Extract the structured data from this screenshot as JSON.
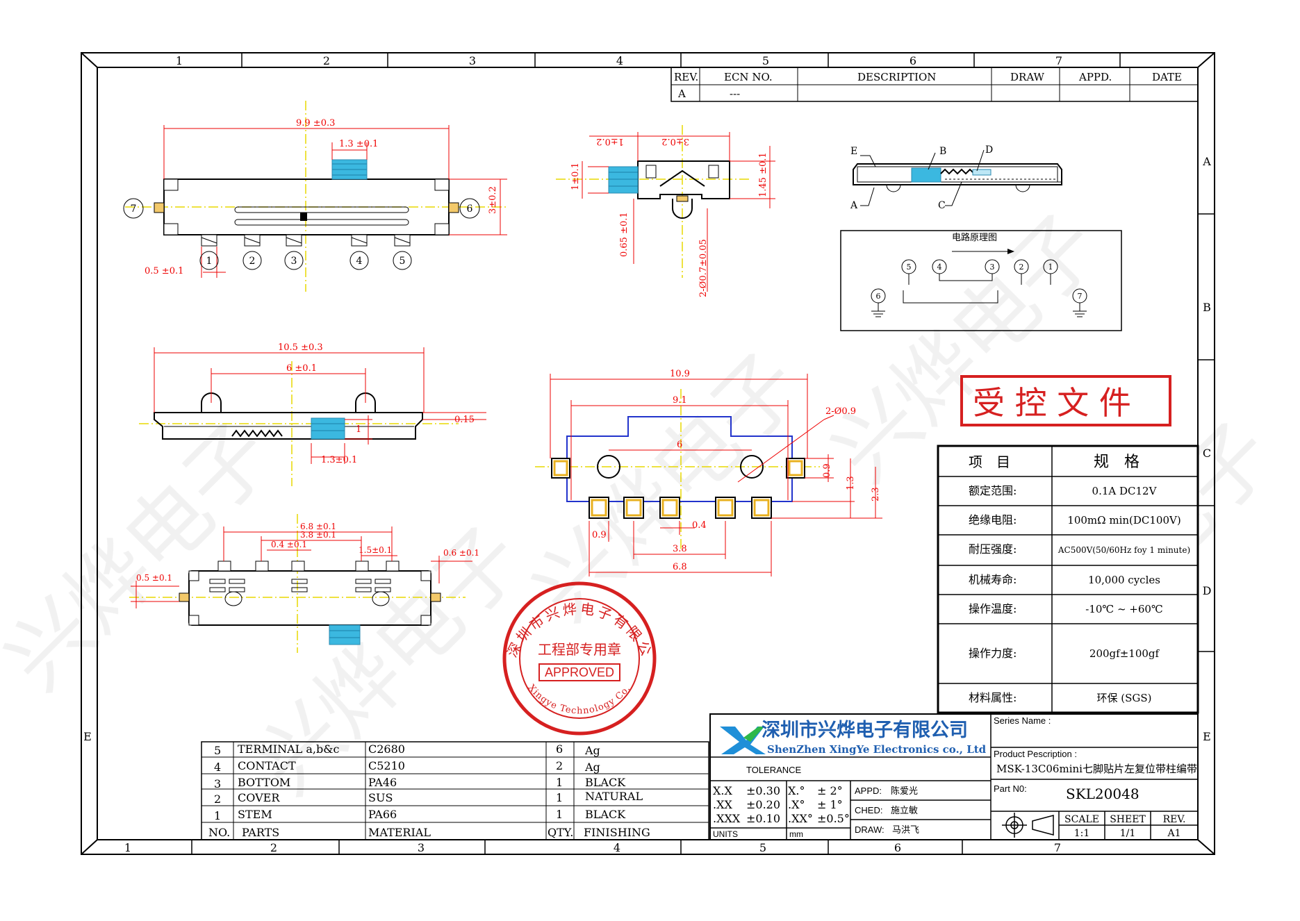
{
  "border": {
    "cols_top": [
      "1",
      "2",
      "3",
      "4",
      "5",
      "6",
      "7"
    ],
    "cols_bottom": [
      "1",
      "2",
      "3",
      "4",
      "5",
      "6",
      "7"
    ],
    "rows": [
      "A",
      "B",
      "C",
      "D",
      "E"
    ]
  },
  "revision_table": {
    "headers": [
      "REV.",
      "ECN NO.",
      "DESCRIPTION",
      "DRAW",
      "APPD.",
      "DATE"
    ],
    "row": [
      "A",
      "---",
      "",
      "",
      "",
      ""
    ]
  },
  "top_view": {
    "dim_overall": "9.9 ±0.3",
    "dim_knob": "1.3 ±0.1",
    "dim_height": "3±0.2",
    "dim_pin": "0.5 ±0.1",
    "pins": [
      "1",
      "2",
      "3",
      "4",
      "5"
    ],
    "side_left": "7",
    "side_right": "6"
  },
  "end_view": {
    "dim_1": "1±0.2",
    "dim_3": "3±0.2",
    "dim_1_left": "1±0.1",
    "dim_145": "1.45 ±0.1",
    "dim_065": "0.65 ±0.1",
    "dim_post": "2-Ø0.7±0.05"
  },
  "section_view": {
    "labels": [
      "E",
      "B",
      "D",
      "A",
      "C"
    ]
  },
  "circuit": {
    "title": "电路原理图",
    "nodes_top": [
      "5",
      "4",
      "3",
      "2",
      "1"
    ],
    "node_left": "6",
    "node_right": "7"
  },
  "front_view": {
    "dim_overall": "10.5 ±0.3",
    "dim_posts": "6 ±0.1",
    "dim_015": "0.15",
    "dim_1": "1",
    "dim_knob": "1.3±0.1"
  },
  "bottom_view": {
    "dim_68": "6.8 ±0.1",
    "dim_38": "3.8 ±0.1",
    "dim_04": "0.4 ±0.1",
    "dim_15": "1.5±0.1",
    "dim_06": "0.6 ±0.1",
    "dim_05": "0.5 ±0.1"
  },
  "footprint": {
    "dim_109": "10.9",
    "dim_91": "9.1",
    "dim_6": "6",
    "dim_holes": "2-Ø0.9",
    "dim_09v": "0.9",
    "dim_13": "1.3",
    "dim_23": "2.3",
    "dim_04": "0.4",
    "dim_09": "0.9",
    "dim_38": "3.8",
    "dim_68": "6.8"
  },
  "controlled_stamp": "受 控 文 件",
  "spec_table": {
    "header": [
      "项　目",
      "规　格"
    ],
    "rows": [
      [
        "额定范围:",
        "0.1A DC12V"
      ],
      [
        "绝缘电阻:",
        "100mΩ min(DC100V)"
      ],
      [
        "耐压强度:",
        "AC500V(50/60Hz foy 1 minute)"
      ],
      [
        "机械寿命:",
        "10,000 cycles"
      ],
      [
        "操作温度:",
        "-10℃ ~ +60℃"
      ],
      [
        "操作力度:",
        "200gf±100gf"
      ],
      [
        "材料属性:",
        "环保 (SGS)"
      ]
    ]
  },
  "seal": {
    "outer_text": "深圳市兴烨电子有限公司",
    "inner_text": "工程部专用章",
    "approved": "APPROVED",
    "english": "Xingye Technology Co.,Ltd"
  },
  "parts_table": {
    "rows": [
      [
        "5",
        "TERMINAL a,b&c",
        "C2680",
        "6",
        "Ag"
      ],
      [
        "4",
        "CONTACT",
        "C5210",
        "2",
        "Ag"
      ],
      [
        "3",
        "BOTTOM",
        "PA46",
        "1",
        "BLACK"
      ],
      [
        "2",
        "COVER",
        "SUS",
        "1",
        "NATURAL"
      ],
      [
        "1",
        "STEM",
        "PA66",
        "1",
        "BLACK"
      ]
    ],
    "header": [
      "NO.",
      "PARTS",
      "MATERIAL",
      "QTY.",
      "FINISHING"
    ]
  },
  "title_block": {
    "company_cn": "深圳市兴烨电子有限公司",
    "company_en": "ShenZhen XingYe Electronics co., Ltd",
    "tolerance_label": "TOLERANCE",
    "tolerances": [
      [
        "X.X",
        "±0.30",
        "X.°",
        "± 2°"
      ],
      [
        ".XX",
        "±0.20",
        ".X°",
        "± 1°"
      ],
      [
        ".XXX",
        "±0.10",
        ".XX°",
        "±0.5°"
      ]
    ],
    "units_label": "UNITS",
    "units_value": "mm",
    "appd_label": "APPD:",
    "appd_value": "陈爱光",
    "ched_label": "CHED:",
    "ched_value": "施立敏",
    "draw_label": "DRAW:",
    "draw_value": "马洪飞",
    "series_label": "Series Name :",
    "series_value": "",
    "product_label": "Product Pescription :",
    "product_value": "MSK-13C06mini七脚贴片左复位带柱编带",
    "part_label": "Part N0:",
    "part_value": "SKL20048",
    "scale_label": "SCALE",
    "scale_value": "1:1",
    "sheet_label": "SHEET",
    "sheet_value": "1/1",
    "rev_label": "REV.",
    "rev_value": "A1"
  },
  "watermark": "兴烨电子",
  "colors": {
    "dim": "#e00000",
    "axis": "#e8d800",
    "knob": "#3bb8e0",
    "outline": "#2233cc",
    "seal": "#d62020"
  }
}
